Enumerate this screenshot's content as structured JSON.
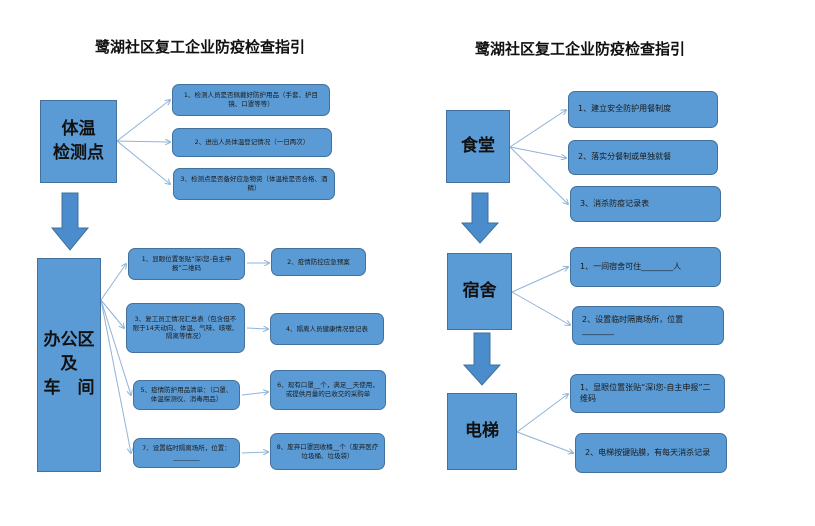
{
  "left": {
    "title": "鹭湖社区复工企业防疫检查指引",
    "node1": "体温\n检测点",
    "node1_items": [
      "1、检测人员是否佩戴好防护用品（手套、护目镜、口罩等等）",
      "2、进出人员体温登记情况（一日两次）",
      "3、检测点是否备好应急物资（体温枪是否合格、酒精）"
    ],
    "node2": "办公区\n及\n车　间",
    "node2_items": [
      "1、显眼位置张贴“深i您-自主申报”二维码",
      "2、疫情防控应急预案",
      "3、复工员工情况汇总表（包含但不限于14天动向、体温、气味、咳嗽、隔离等情况）",
      "4、隔离人员健康情况登记表",
      "5、疫情防护用品清单：（口罩、体温探测仪、消毒用品）",
      "6、现有口罩__个，满足__天使用，或提供月量的已收交的采购单",
      "7、设置临时隔离场所，位置：________",
      "8、废弃口罩回收桶__个（废弃医疗垃圾桶、垃圾袋）"
    ]
  },
  "right": {
    "title": "鹭湖社区复工企业防疫检查指引",
    "node1": "食堂",
    "node1_items": [
      "1、建立安全防护用餐制度",
      "2、落实分餐制或单独就餐",
      "3、消杀防疫记录表"
    ],
    "node2": "宿舍",
    "node2_items": [
      "1、一间宿舍可住________人",
      "2、设置临时隔离场所，位置________"
    ],
    "node3": "电梯",
    "node3_items": [
      "1、显眼位置张贴“深i您-自主申报”二维码",
      "2、电梯按键贴膜，有每天消杀记录"
    ]
  },
  "colors": {
    "box": "#5b9bd5",
    "border": "#41719c",
    "line": "#8fb3d9"
  }
}
